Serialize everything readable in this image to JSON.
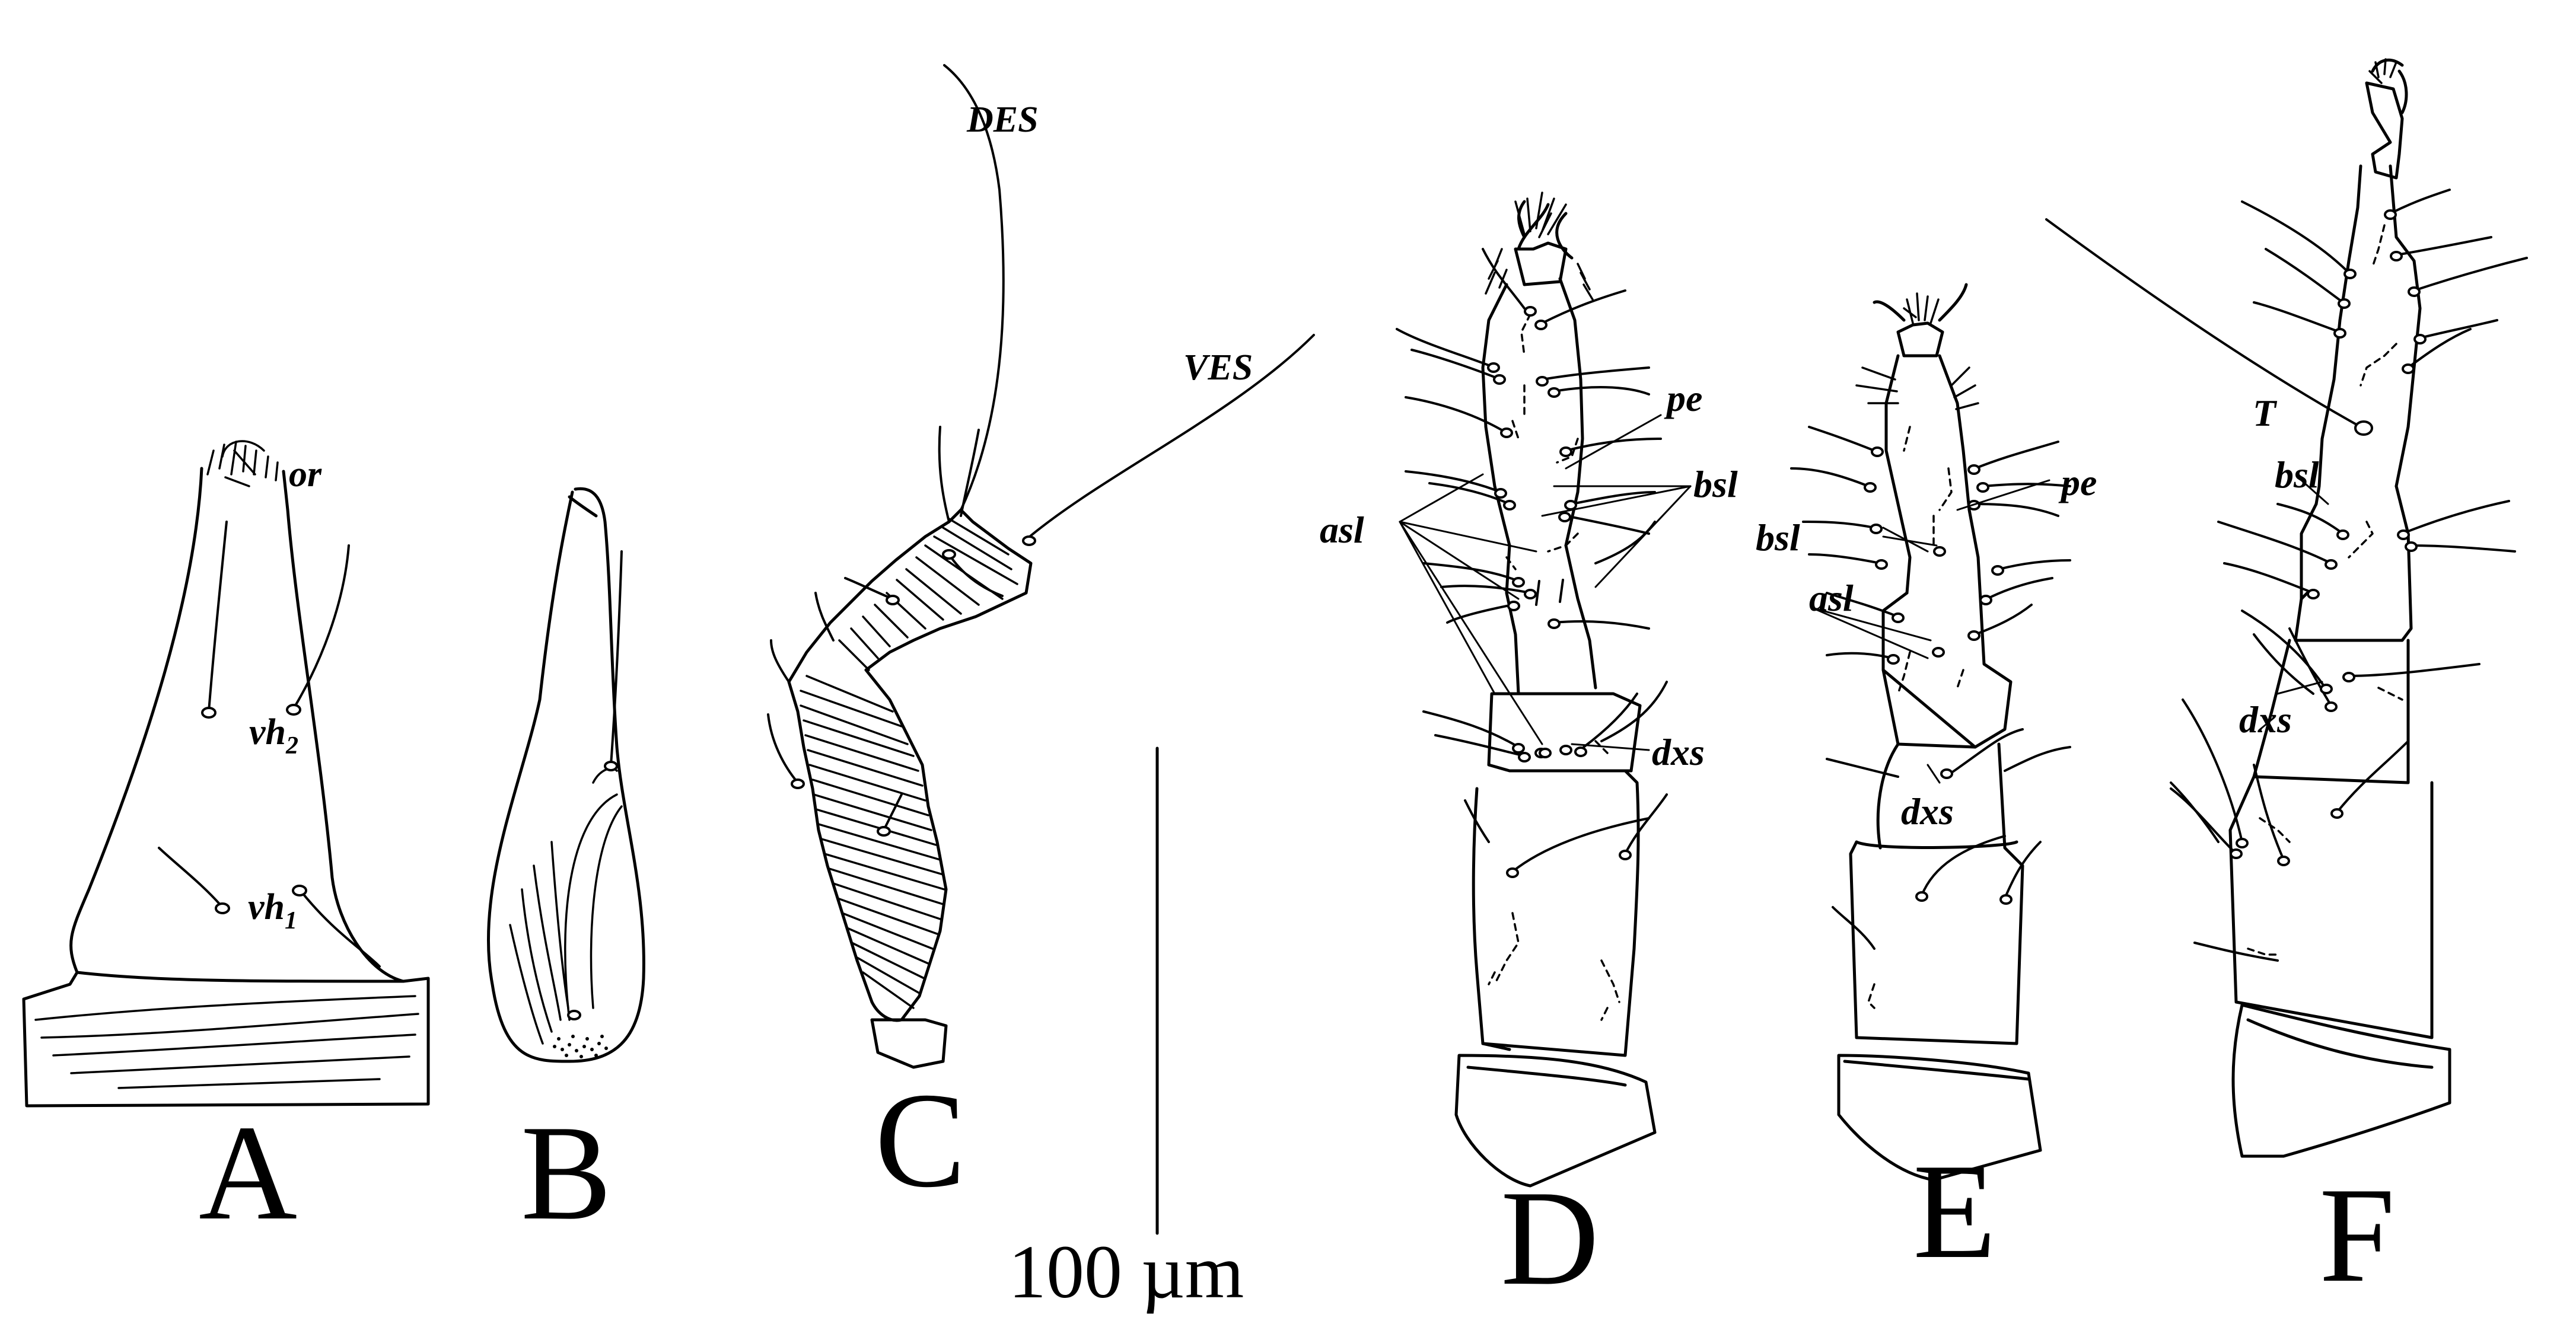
{
  "panels": {
    "A": {
      "letter": "A",
      "labels": {
        "or": "or",
        "vh2": "vh",
        "vh2_sub": "2",
        "vh1": "vh",
        "vh1_sub": "1"
      }
    },
    "B": {
      "letter": "B"
    },
    "C": {
      "letter": "C",
      "labels": {
        "des": "DES",
        "ves": "VES"
      }
    },
    "D": {
      "letter": "D",
      "labels": {
        "pe": "pe",
        "bsl": "bsl",
        "asl": "asl",
        "dxs": "dxs"
      }
    },
    "E": {
      "letter": "E",
      "labels": {
        "bsl": "bsl",
        "pe": "pe",
        "asl": "asl",
        "dxs": "dxs"
      }
    },
    "F": {
      "letter": "F",
      "labels": {
        "t": "T",
        "bsl": "bsl",
        "dxs": "dxs"
      }
    }
  },
  "scale_bar": {
    "label": "100 µm"
  },
  "colors": {
    "ink": "#000000",
    "background": "#ffffff"
  }
}
